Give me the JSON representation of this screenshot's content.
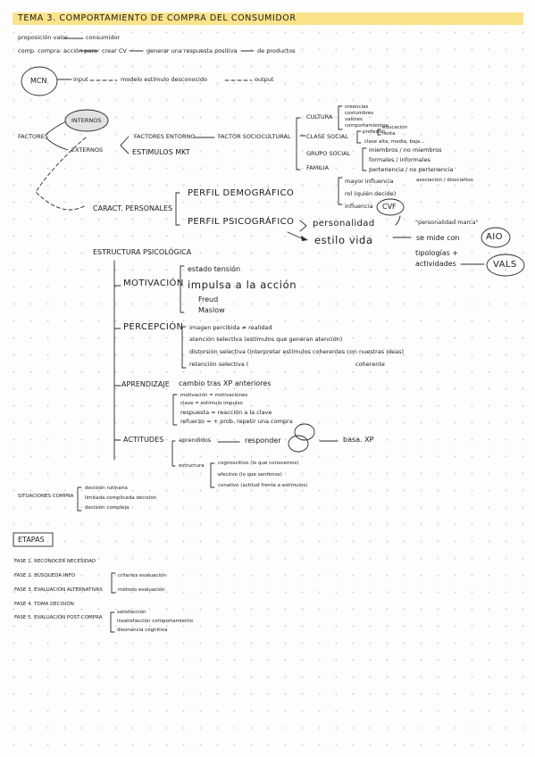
{
  "title": "TEMA 3. COMPORTAMIENTO DE COMPRA DEL CONSUMIDOR",
  "intro": {
    "line1_a": "proposición valor",
    "line1_b": "consumidor",
    "line2_a": "comp. compra: acción para",
    "line2_b": "crear CV",
    "line2_c": "generar una respuesta positiva",
    "line2_d": "de productos"
  },
  "model": {
    "circle": "MCN",
    "input": "input",
    "middle": "modelo estímulo desconocido",
    "output": "output"
  },
  "factores": {
    "label": "FACTORES",
    "internos": "INTERNOS",
    "externos": "EXTERNOS",
    "factores_entorno": "FACTORES ENTORNO",
    "factor_sociocultural": "FACTOR SOCIOCULTURAL",
    "estimulos_mkt": "ESTIMULOS MKT",
    "cultura": "CULTURA",
    "cultura_sub": [
      "creencias",
      "costumbres",
      "valores",
      "comportamientos"
    ],
    "clase_social": "CLASE SOCIAL",
    "clase_sub_a": [
      "profesión",
      "renta"
    ],
    "clase_sub_b": "educación",
    "clase_sub_c": "clase alta, media, baja...",
    "grupo_social": "GRUPO SOCIAL",
    "grupo_sub": [
      "miembros / no miembros",
      "formales / informales",
      "pertenencia / no pertenencia"
    ],
    "familia": "FAMILIA",
    "familia_sub": [
      "mayor influencia",
      "rol (quién decide)",
      "influencia"
    ],
    "asociacion": "asociación / disociativo",
    "cvf": "CVF"
  },
  "personales": {
    "label": "CARACT. PERSONALES",
    "perfil_demo": "PERFIL DEMOGRÁFICO",
    "perfil_psico": "PERFIL PSICOGRÁFICO",
    "personalidad": "personalidad",
    "personalidad_note": "\"personalidad marca\"",
    "estilo_vida": "estilo vida",
    "se_mide": "se mide con",
    "aio": "AIO",
    "tipologias": "tipologías +",
    "actividades": "actividades",
    "vals": "VALS"
  },
  "psicologica": {
    "label": "ESTRUCTURA PSICOLÓGICA",
    "motivacion": "MOTIVACIÓN",
    "motivacion_sub": [
      "estado tensión",
      "impulsa a la acción",
      "Freud",
      "Maslow"
    ],
    "percepcion": "PERCEPCIÓN",
    "percepcion_sub": [
      "imagen percibida ≠ realidad",
      "atención selectiva (estímulos que generan atención)",
      "distorsión selectiva (interpretar estímulos coherentes con nuestras ideas)",
      "retención selectiva ("
    ],
    "coherente": "coherente",
    "aprendizaje": "APRENDIZAJE",
    "aprendizaje_head": "cambio tras XP anteriores",
    "aprendizaje_sub": [
      "motivación = motivaciones",
      "clave = estímulo impulso",
      "respuesta = reacción a la clave",
      "refuerzo = + prob. repetir una compra"
    ],
    "actitudes": "ACTITUDES",
    "aprendidos": "aprendidos",
    "responder": "responder",
    "basa_xp": "basa. XP",
    "estructura": "estructura",
    "estructura_sub": [
      "cognoscitivo (lo que conocemos)",
      "afectivo (lo que sentimos)",
      "conativo (actitud frente a estímulos)"
    ]
  },
  "situaciones": {
    "label": "SITUACIONES COMPRA",
    "items": [
      "decisión rutinaria",
      "limitada complicada decisión",
      "decisión compleja"
    ]
  },
  "etapas": {
    "label": "ETAPAS",
    "fases": [
      "FASE 1. RECONOCER NECESIDAD",
      "FASE 2. BÚSQUEDA INFO",
      "FASE 3. EVALUACIÓN ALTERNATIVAS",
      "FASE 4. TOMA DECISIÓN",
      "FASE 5. EVALUACIÓN POST-COMPRA"
    ],
    "fase3_sub": [
      "criterios evaluación",
      "método evaluación"
    ],
    "fase5_sub": [
      "satisfacción",
      "insatisfacción comportamiento",
      "disonancia cognitiva"
    ]
  }
}
